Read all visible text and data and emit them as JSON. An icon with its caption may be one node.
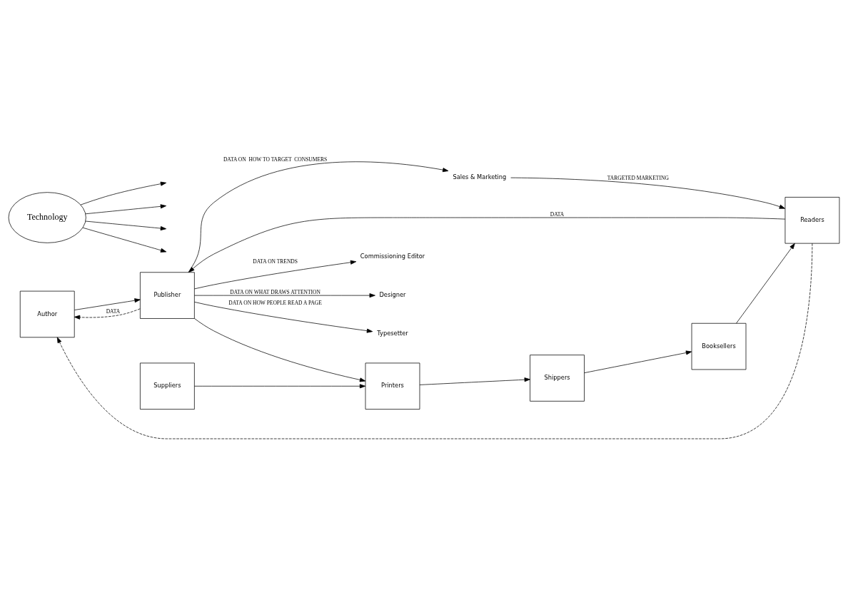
{
  "diagram": {
    "nodes": [
      {
        "text": [
          "Author"
        ]
      },
      {
        "text": [
          "Publisher"
        ]
      },
      {
        "text": [
          "Commissioning Editor"
        ]
      },
      {
        "text": [
          "Designer"
        ]
      },
      {
        "text": [
          "Typesetter"
        ]
      },
      {
        "text": [
          "Sales & Marketing"
        ]
      },
      {
        "text": [
          "Readers"
        ]
      },
      {
        "text": [
          "Technology"
        ]
      },
      {
        "text": [
          "Booksellers"
        ]
      },
      {
        "text": [
          "Shippers"
        ]
      },
      {
        "text": [
          "Printers"
        ]
      },
      {
        "text": [
          "Suppliers"
        ]
      }
    ],
    "edges": [
      {
        "from": 1,
        "to": 0,
        "arrow": "to",
        "style": "dashed",
        "label": "DATA"
      },
      {
        "from": 0,
        "to": 1,
        "arrow": "to"
      },
      {
        "from": 6,
        "to": 1,
        "arrow": "to",
        "label": "DATA"
      },
      {
        "from": 6,
        "to": 0,
        "arrow": "to",
        "style": "dashed"
      },
      {
        "from": 1,
        "to": 2,
        "arrow": "to",
        "label": "DATA ON TRENDS"
      },
      {
        "from": 1,
        "to": 3,
        "arrow": "to",
        "label": "DATA ON WHAT DRAWS ATTENTION"
      },
      {
        "from": 1,
        "to": 4,
        "arrow": "to",
        "label": "DATA ON HOW PEOPLE READ A PAGE"
      },
      {
        "from": 1,
        "to": 5,
        "arrow": "to",
        "label": "DATA ON  HOW TO TARGET  CONSUMERS"
      },
      {
        "from": 5,
        "to": 6,
        "arrow": "to",
        "label": "TARGETED MARKETING"
      },
      {
        "from": 1,
        "to": 10,
        "arrow": "to"
      },
      {
        "from": 11,
        "to": 10,
        "arrow": "to"
      },
      {
        "from": 10,
        "to": 9,
        "arrow": "to"
      },
      {
        "from": 9,
        "to": 8,
        "arrow": "to"
      },
      {
        "from": 8,
        "to": 6,
        "arrow": "to"
      },
      {
        "from": 7,
        "to": null,
        "arrow": "to"
      },
      {
        "from": 7,
        "to": null,
        "arrow": "to"
      },
      {
        "from": 7,
        "to": null,
        "arrow": "to"
      },
      {
        "from": 7,
        "to": null,
        "arrow": "to"
      }
    ]
  }
}
